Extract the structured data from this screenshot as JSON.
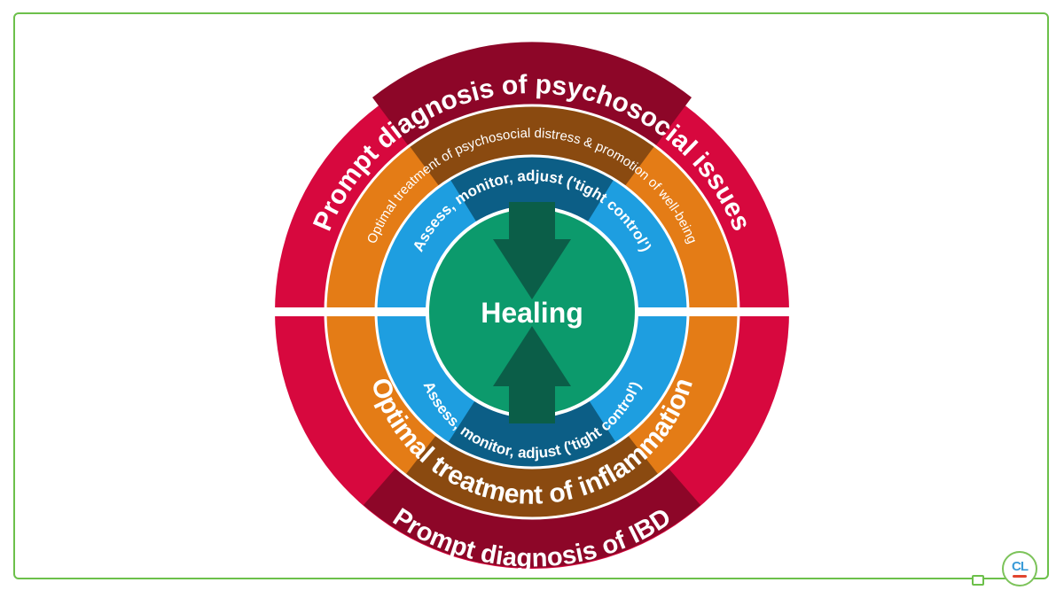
{
  "diagram": {
    "center_label": "Healing",
    "outer_top_label": "Prompt diagnosis of psychosocial issues",
    "outer_bottom_label": "Prompt diagnosis of IBD",
    "middle_top_label": "Optimal treatment of psychosocial distress & promotion of well-being",
    "middle_bottom_label": "Optimal treatment of inflammation",
    "inner_top_label": "Assess, monitor, adjust ('tight control')",
    "inner_bottom_label": "Assess, monitor, adjust ('tight control')"
  },
  "colors": {
    "outer_ring": "#d7083e",
    "outer_overlap": "#8d0628",
    "middle_ring": "#e47c16",
    "middle_overlap": "#8a4a10",
    "inner_ring": "#1e9ee0",
    "inner_overlap": "#0c5e86",
    "center": "#0c9a6c",
    "arrow": "#0b5e48",
    "frame": "#6cc04a"
  },
  "logo": {
    "text": "CL"
  }
}
